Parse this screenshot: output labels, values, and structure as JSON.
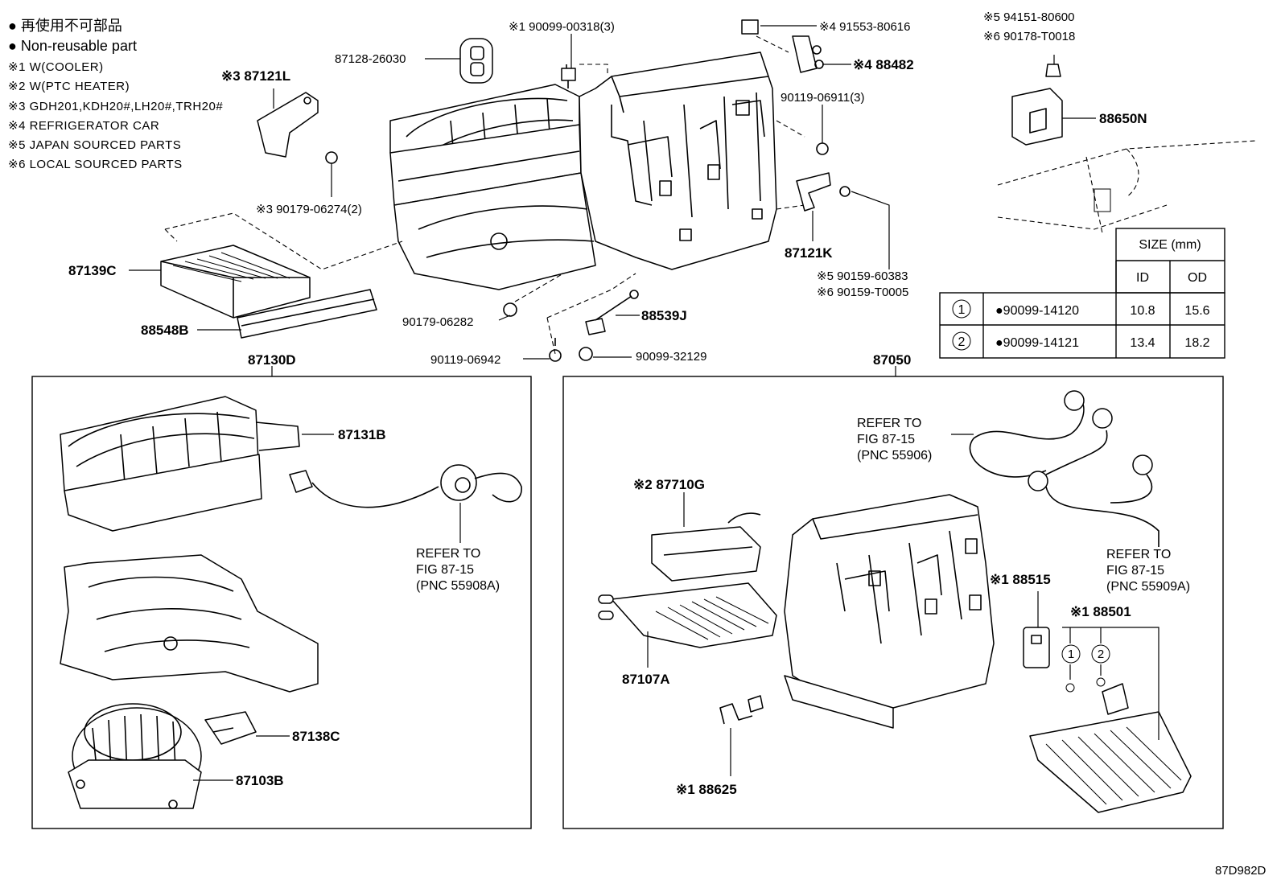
{
  "legend": {
    "line1": "● 再使用不可部品",
    "line2": "● Non-reusable part",
    "line3": "※1 W(COOLER)",
    "line4": "※2 W(PTC HEATER)",
    "line5": "※3 GDH201,KDH20#,LH20#,TRH20#",
    "line6": "※4 REFRIGERATOR CAR",
    "line7": "※5 JAPAN SOURCED PARTS",
    "line8": "※6 LOCAL SOURCED PARTS"
  },
  "labels": {
    "p87121L": "※3 87121L",
    "p90179_06274": "※3 90179-06274(2)",
    "p87128_26030": "87128-26030",
    "p90099_00318": "※1 90099-00318(3)",
    "p91553_80616": "※4 91553-80616",
    "p88482": "※4 88482",
    "p90119_06911": "90119-06911(3)",
    "p87121K": "87121K",
    "p90159_60383": "※5 90159-60383",
    "p90159_T0005": "※6 90159-T0005",
    "p94151_80600": "※5 94151-80600",
    "p90178_T0018": "※6 90178-T0018",
    "p88650N": "88650N",
    "p87139C": "87139C",
    "p88548B": "88548B",
    "p90179_06282": "90179-06282",
    "p88539J": "88539J",
    "p90119_06942": "90119-06942",
    "p90099_32129": "90099-32129",
    "p87130D": "87130D",
    "p87050": "87050",
    "p87131B": "87131B",
    "p87138C": "87138C",
    "p87103B": "87103B",
    "p87710G": "※2 87710G",
    "p87107A": "87107A",
    "p88625": "※1 88625",
    "p88515": "※1 88515",
    "p88501": "※1 88501",
    "circle1": "1",
    "circle2": "2",
    "diagram_id": "87D982D"
  },
  "refs": {
    "left": [
      "REFER TO",
      "FIG 87-15",
      "(PNC 55908A)"
    ],
    "mid": [
      "REFER TO",
      "FIG 87-15",
      "(PNC 55906)"
    ],
    "right": [
      "REFER TO",
      "FIG 87-15",
      "(PNC 55909A)"
    ]
  },
  "size_table": {
    "title": "SIZE (mm)",
    "col_id": "ID",
    "col_od": "OD",
    "rows": [
      {
        "no": "1",
        "part": "●90099-14120",
        "id": "10.8",
        "od": "15.6"
      },
      {
        "no": "2",
        "part": "●90099-14121",
        "id": "13.4",
        "od": "18.2"
      }
    ]
  }
}
